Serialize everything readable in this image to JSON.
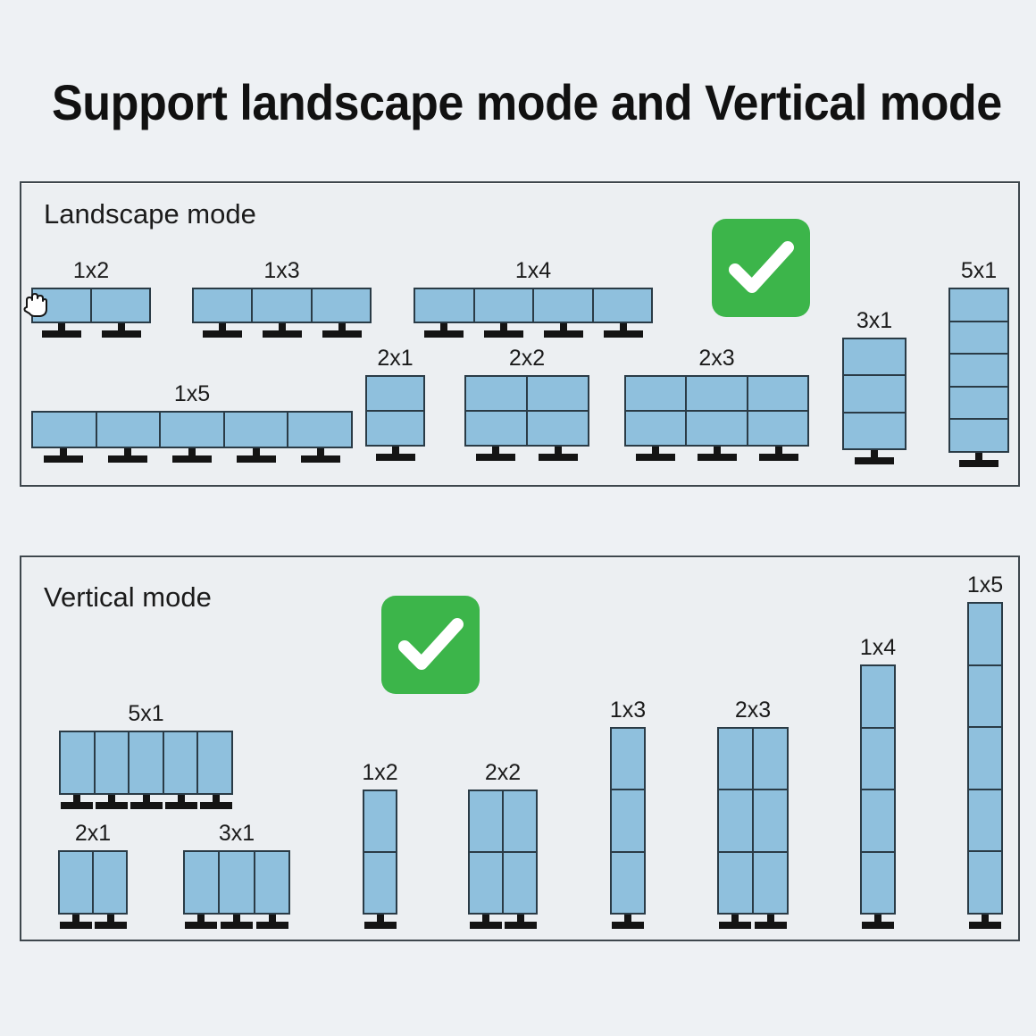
{
  "page": {
    "title": "Support landscape mode and Vertical mode",
    "background_color": "#eef1f4",
    "monitor_fill_color": "#8fc0dd",
    "monitor_border_color": "#2a3b46",
    "check_badge_color": "#3cb54a",
    "panel_border_color": "#3e474d"
  },
  "cursor": {
    "icon": "grab-hand-cursor"
  },
  "landscape": {
    "heading": "Landscape mode",
    "check_icon": "green-check-badge",
    "layouts": [
      {
        "label": "1x2",
        "cols": 2,
        "rows": 1,
        "orientation": "landscape"
      },
      {
        "label": "1x3",
        "cols": 3,
        "rows": 1,
        "orientation": "landscape"
      },
      {
        "label": "1x4",
        "cols": 4,
        "rows": 1,
        "orientation": "landscape"
      },
      {
        "label": "3x1",
        "cols": 1,
        "rows": 3,
        "orientation": "landscape"
      },
      {
        "label": "5x1",
        "cols": 1,
        "rows": 5,
        "orientation": "landscape"
      },
      {
        "label": "1x5",
        "cols": 5,
        "rows": 1,
        "orientation": "landscape"
      },
      {
        "label": "2x1",
        "cols": 1,
        "rows": 2,
        "orientation": "landscape"
      },
      {
        "label": "2x2",
        "cols": 2,
        "rows": 2,
        "orientation": "landscape"
      },
      {
        "label": "2x3",
        "cols": 3,
        "rows": 2,
        "orientation": "landscape"
      }
    ]
  },
  "vertical": {
    "heading": "Vertical mode",
    "check_icon": "green-check-badge",
    "layouts": [
      {
        "label": "5x1",
        "cols": 5,
        "rows": 1,
        "orientation": "portrait"
      },
      {
        "label": "2x1",
        "cols": 2,
        "rows": 1,
        "orientation": "portrait"
      },
      {
        "label": "3x1",
        "cols": 3,
        "rows": 1,
        "orientation": "portrait"
      },
      {
        "label": "1x2",
        "cols": 1,
        "rows": 2,
        "orientation": "portrait"
      },
      {
        "label": "2x2",
        "cols": 2,
        "rows": 2,
        "orientation": "portrait"
      },
      {
        "label": "1x3",
        "cols": 1,
        "rows": 3,
        "orientation": "portrait"
      },
      {
        "label": "2x3",
        "cols": 2,
        "rows": 3,
        "orientation": "portrait"
      },
      {
        "label": "1x4",
        "cols": 1,
        "rows": 4,
        "orientation": "portrait"
      },
      {
        "label": "1x5",
        "cols": 1,
        "rows": 5,
        "orientation": "portrait"
      }
    ]
  }
}
